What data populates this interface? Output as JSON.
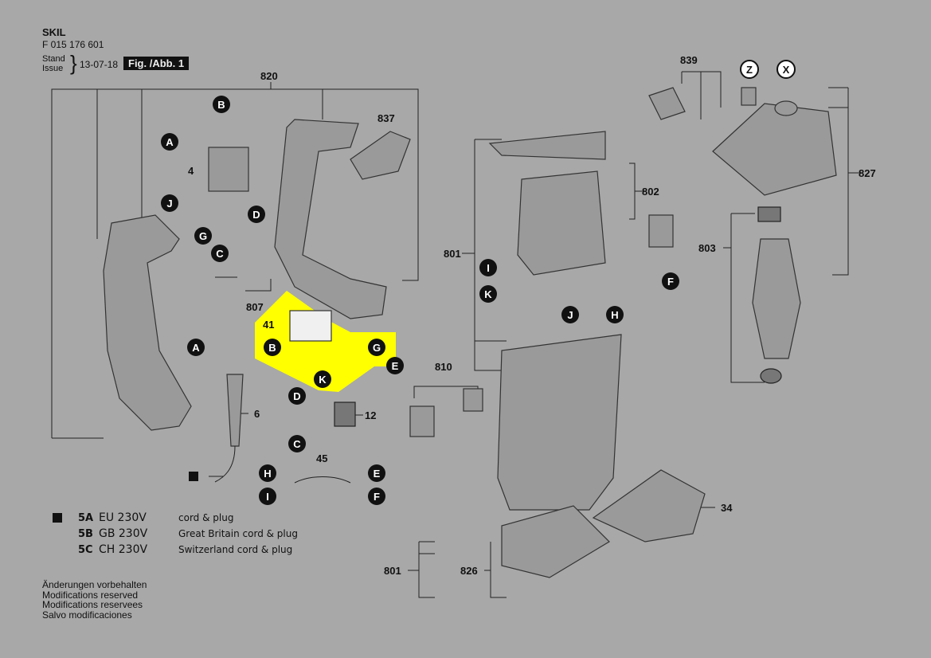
{
  "header": {
    "brand": "SKIL",
    "part_code": "F 015 176 601",
    "stand": "Stand",
    "issue": "Issue",
    "date": "13-07-18",
    "figure": "Fig. /Abb. 1"
  },
  "callouts": [
    "B",
    "A",
    "J",
    "D",
    "G",
    "C",
    "A",
    "B",
    "G",
    "K",
    "E",
    "D",
    "C",
    "H",
    "E",
    "I",
    "F",
    "I",
    "K",
    "J",
    "H",
    "F",
    "Z",
    "X"
  ],
  "part_numbers": [
    "820",
    "837",
    "4",
    "807",
    "41",
    "6",
    "12",
    "810",
    "45",
    "839",
    "827",
    "802",
    "801",
    "803",
    "34",
    "801",
    "826"
  ],
  "highlight_color": "#ffff00",
  "legend": [
    {
      "code": "5A",
      "voltage": "EU 230V",
      "desc": "cord & plug"
    },
    {
      "code": "5B",
      "voltage": "GB 230V",
      "desc": "Great Britain cord & plug"
    },
    {
      "code": "5C",
      "voltage": "CH 230V",
      "desc": "Switzerland cord & plug"
    }
  ],
  "notes": [
    "Änderungen vorbehalten",
    "Modifications reserved",
    "Modifications reservees",
    "Salvo modificaciones"
  ]
}
